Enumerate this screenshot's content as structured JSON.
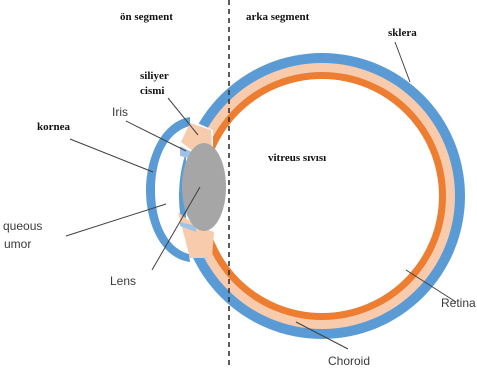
{
  "labels": {
    "on_segment": "ön segment",
    "arka_segment": "arka segment",
    "sklera": "sklera",
    "siliyer_line1": "siliyer",
    "siliyer_line2": "cismi",
    "iris": "Iris",
    "kornea": "kornea",
    "vitreus": "vitreus sıvısı",
    "aqueous_line1": "queous",
    "aqueous_line2": "umor",
    "lens": "Lens",
    "retina": "Retina",
    "choroid": "Choroid"
  },
  "colors": {
    "sclera": "#5b9bd5",
    "choroid": "#f8cbad",
    "retina": "#ed7d31",
    "lens": "#a6a6a6",
    "cornea": "#5b9bd5",
    "divider": "#333333",
    "pointer": "#404040",
    "label_text": "#111111",
    "callout_text": "#3a3a3a"
  }
}
